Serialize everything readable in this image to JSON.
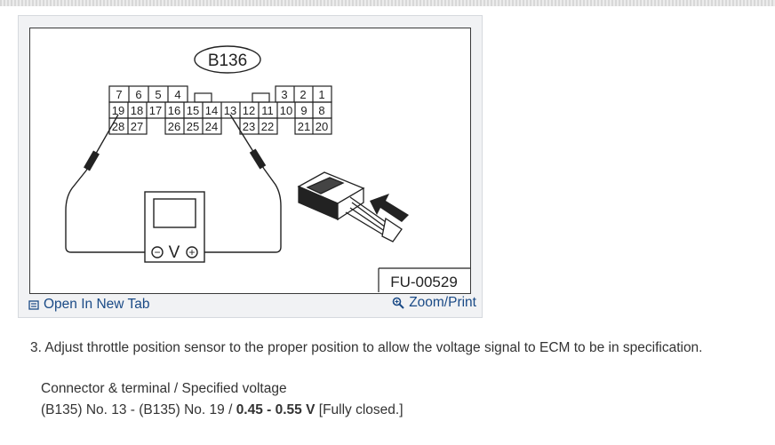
{
  "figure": {
    "connector_label": "B136",
    "figure_code": "FU-00529",
    "pins_row1_left": [
      "7",
      "6",
      "5",
      "4"
    ],
    "pins_row1_right": [
      "3",
      "2",
      "1"
    ],
    "pins_row2": [
      "19",
      "18",
      "17",
      "16",
      "15",
      "14",
      "13",
      "12",
      "11",
      "10",
      "9",
      "8"
    ],
    "pins_row3_left": [
      "28",
      "27"
    ],
    "pins_row3_mid": [
      "26",
      "25",
      "24"
    ],
    "pins_row3_right_a": [
      "23",
      "22"
    ],
    "pins_row3_right_b": [
      "21",
      "20"
    ],
    "meter_neg": "−",
    "meter_unit": "V",
    "meter_pos": "+"
  },
  "links": {
    "open_new_tab": "Open In New Tab",
    "zoom_print": "Zoom/Print",
    "open_icon": "open-in-new-tab-icon",
    "zoom_icon": "magnifier-icon"
  },
  "instructions": {
    "step": "3. Adjust throttle position sensor to the proper position to allow the voltage signal to ECM to be in specification.",
    "spec_heading": "Connector & terminal / Specified voltage",
    "spec_prefix": "(B135) No. 13 - (B135) No. 19 / ",
    "spec_value": "0.45 - 0.55 V",
    "spec_suffix": " [Fully closed.]"
  },
  "colors": {
    "link": "#1a4a86",
    "text": "#333333"
  }
}
